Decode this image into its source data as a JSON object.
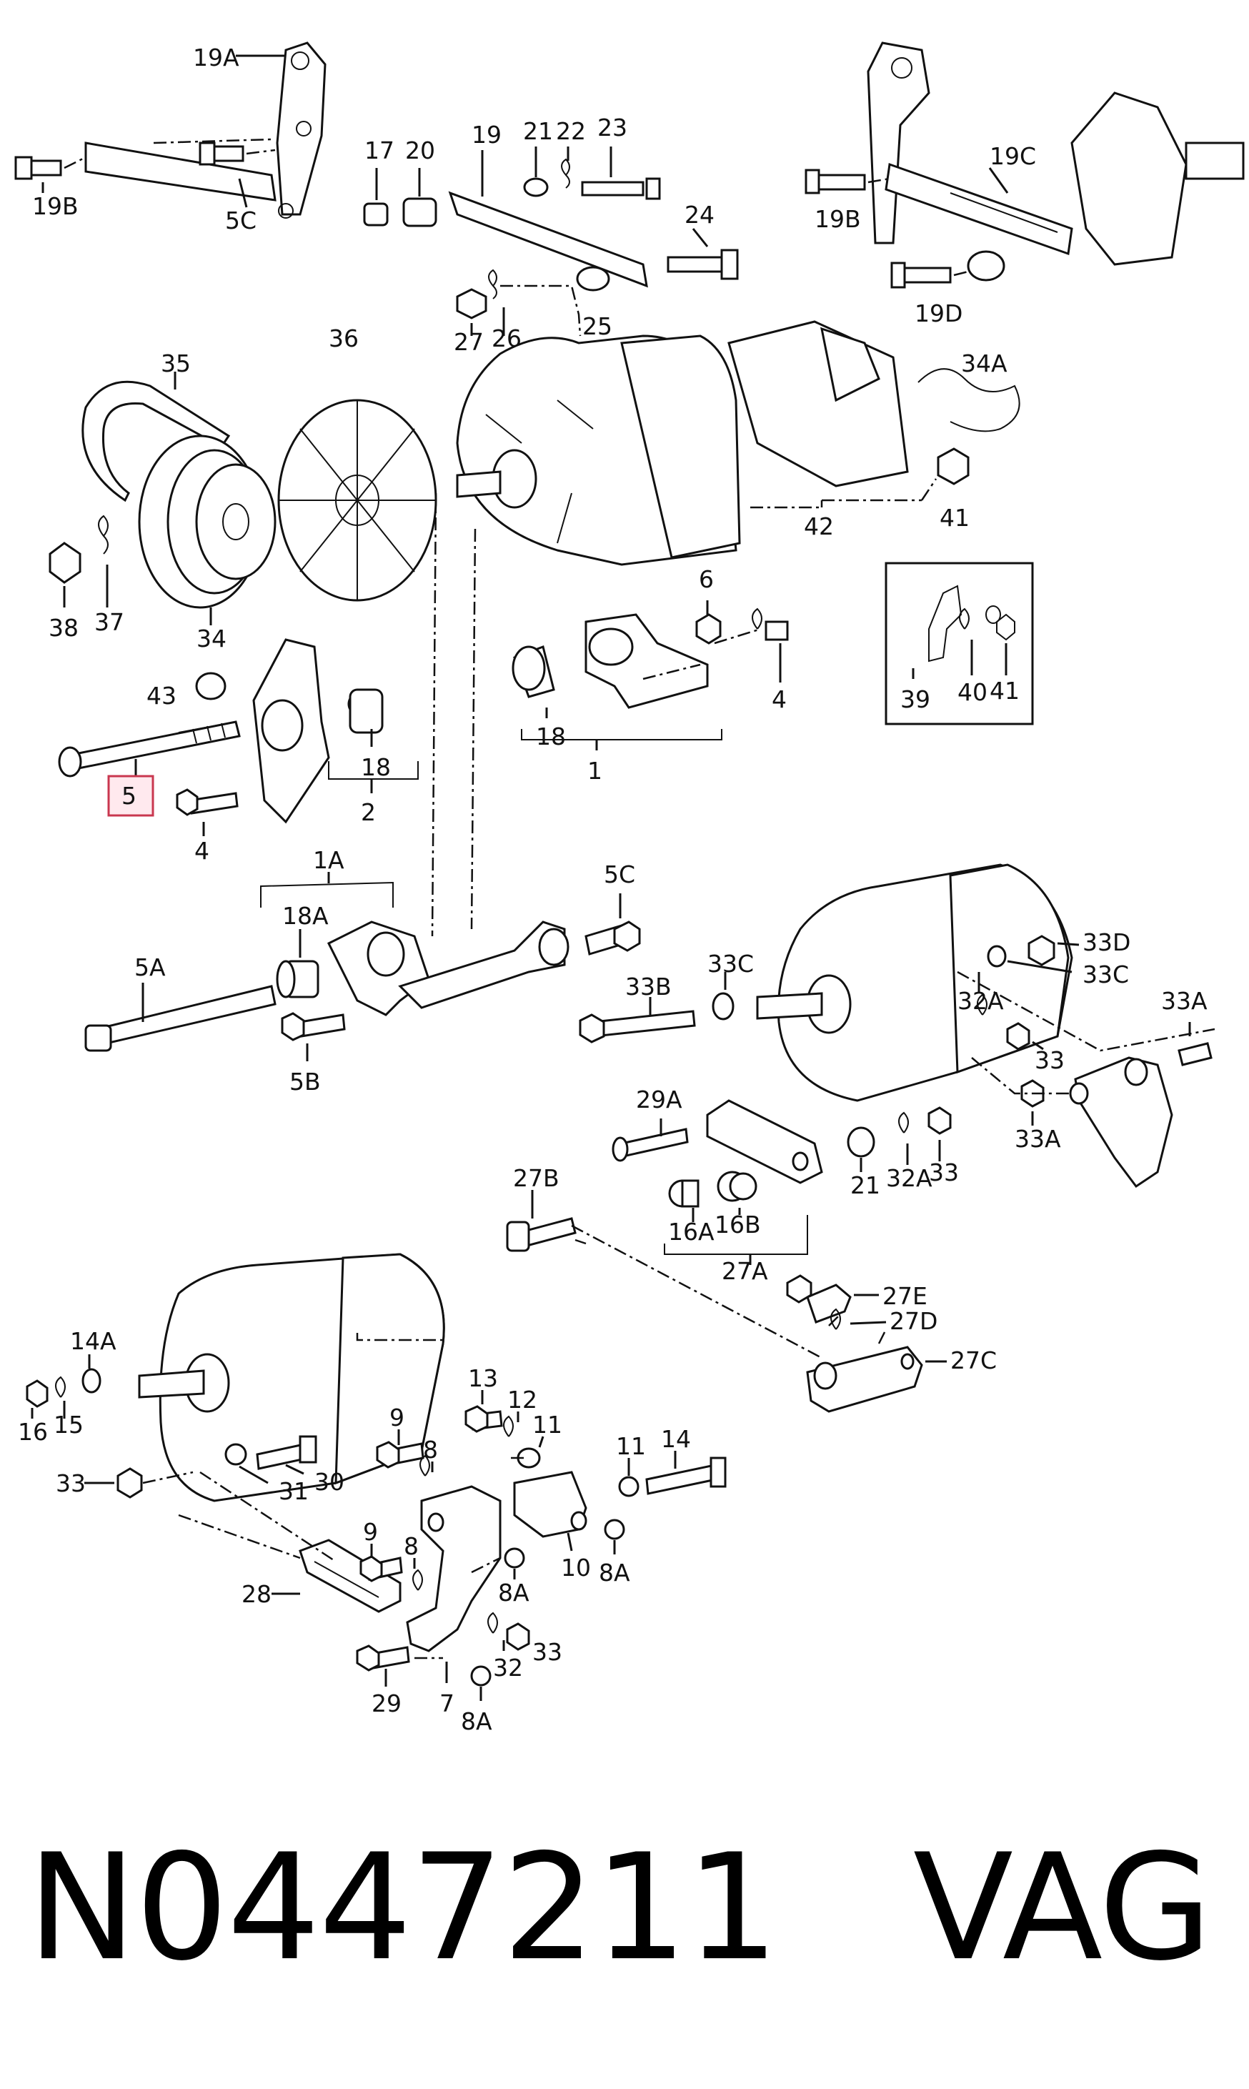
{
  "diagram": {
    "labels": {
      "p19A": "19A",
      "p19B_left": "19B",
      "p5C_top": "5C",
      "p17": "17",
      "p20": "20",
      "p19": "19",
      "p21_top": "21",
      "p22": "22",
      "p23": "23",
      "p24": "24",
      "p25": "25",
      "p26": "26",
      "p27": "27",
      "p36": "36",
      "p19C": "19C",
      "p19B_right": "19B",
      "p19D": "19D",
      "p35": "35",
      "p34A": "34A",
      "p42": "42",
      "p41": "41",
      "p38": "38",
      "p37": "37",
      "p34": "34",
      "p6": "6",
      "p4_right": "4",
      "p43": "43",
      "p18_mid": "18",
      "p18_left": "18",
      "p2": "2",
      "p1": "1",
      "p5": "5",
      "p4_left": "4",
      "p39": "39",
      "p40": "40",
      "p41_box": "41",
      "p1A": "1A",
      "p18A": "18A",
      "p5A": "5A",
      "p5B": "5B",
      "p5C_mid": "5C",
      "p33D": "33D",
      "p33C_right": "33C",
      "p33C_left": "33C",
      "p33B": "33B",
      "p32A_top": "32A",
      "p33A_right": "33A",
      "p33_right": "33",
      "p33A_low": "33A",
      "p29A": "29A",
      "p21_mid": "21",
      "p32A_mid": "32A",
      "p33_mid": "33",
      "p27B": "27B",
      "p16A": "16A",
      "p16B": "16B",
      "p27A": "27A",
      "p27E": "27E",
      "p27D": "27D",
      "p27C": "27C",
      "p14A": "14A",
      "p16": "16",
      "p15": "15",
      "p33_left": "33",
      "p31": "31",
      "p30": "30",
      "p13": "13",
      "p12": "12",
      "p11_a": "11",
      "p11_b": "11",
      "p14": "14",
      "p9_a": "9",
      "p8_a": "8",
      "p9_b": "9",
      "p8_b": "8",
      "p8A_a": "8A",
      "p10": "10",
      "p8A_b": "8A",
      "p28": "28",
      "p32": "32",
      "p33_low": "33",
      "p29": "29",
      "p7": "7",
      "p8A_c": "8A"
    },
    "highlighted_part": "5"
  },
  "footer": {
    "part_number": "N0447211",
    "brand": "VAG"
  },
  "colors": {
    "highlight_fill": "#ffe9ee",
    "highlight_stroke": "#c9374f",
    "line": "#111111"
  }
}
